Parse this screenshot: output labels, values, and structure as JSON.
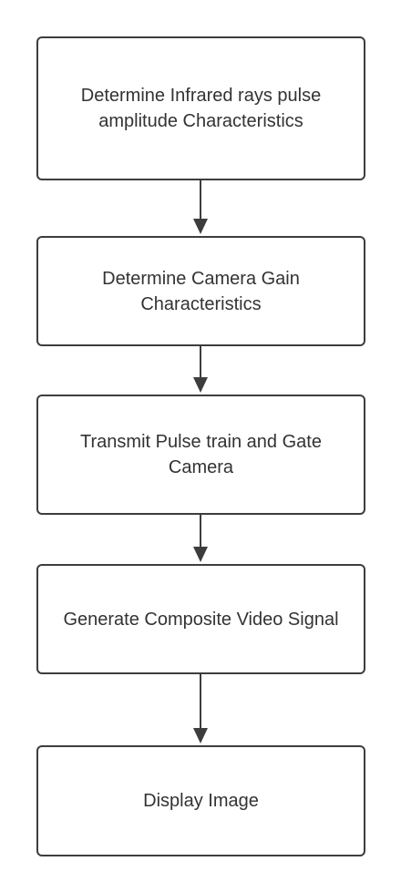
{
  "diagram": {
    "nodes": [
      {
        "id": "n1",
        "label": "Determine Infrared rays pulse amplitude Characteristics"
      },
      {
        "id": "n2",
        "label": "Determine Camera Gain Characteristics"
      },
      {
        "id": "n3",
        "label": "Transmit Pulse train and Gate Camera"
      },
      {
        "id": "n4",
        "label": "Generate Composite Video Signal"
      },
      {
        "id": "n5",
        "label": "Display Image"
      }
    ],
    "edges": [
      {
        "from": "n1",
        "to": "n2"
      },
      {
        "from": "n2",
        "to": "n3"
      },
      {
        "from": "n3",
        "to": "n4"
      },
      {
        "from": "n4",
        "to": "n5"
      }
    ]
  },
  "colors": {
    "border": "#3d3d3d",
    "text": "#333333",
    "arrow": "#3d3d3d",
    "background": "#ffffff"
  }
}
